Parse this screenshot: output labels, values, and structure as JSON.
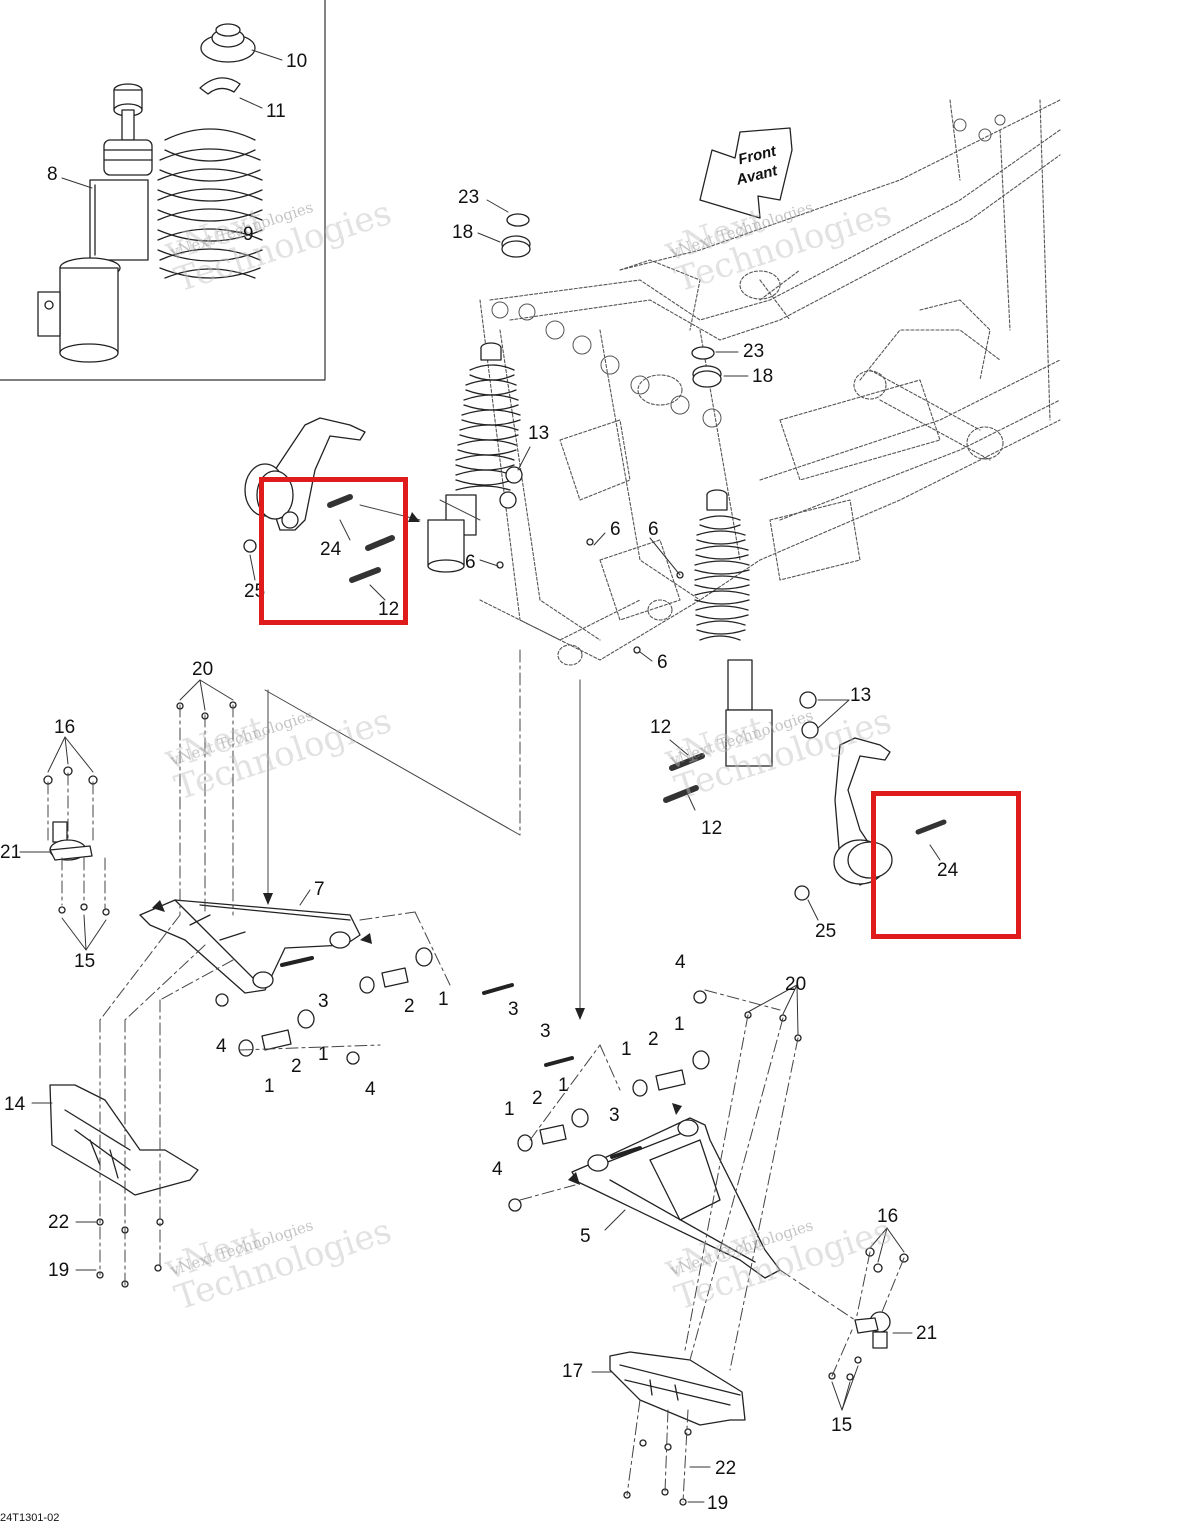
{
  "diagram": {
    "code": "24T1301-02",
    "front_arrow": {
      "line1": "Front",
      "line2": "Avant"
    },
    "watermark": {
      "line1": "vNext",
      "line2": "vNext Technologies",
      "line3": "Technologies"
    },
    "callouts": [
      "10",
      "11",
      "8",
      "9",
      "23",
      "18",
      "23",
      "18",
      "13",
      "24",
      "25",
      "12",
      "6",
      "6",
      "6",
      "6",
      "20",
      "16",
      "21",
      "7",
      "15",
      "3",
      "2",
      "1",
      "3",
      "4",
      "2",
      "1",
      "1",
      "4",
      "14",
      "22",
      "19",
      "12",
      "13",
      "12",
      "24",
      "25",
      "4",
      "20",
      "3",
      "1",
      "2",
      "1",
      "1",
      "2",
      "1",
      "3",
      "4",
      "5",
      "16",
      "21",
      "17",
      "15",
      "22",
      "19"
    ],
    "highlight_color": "#e01b1b"
  }
}
